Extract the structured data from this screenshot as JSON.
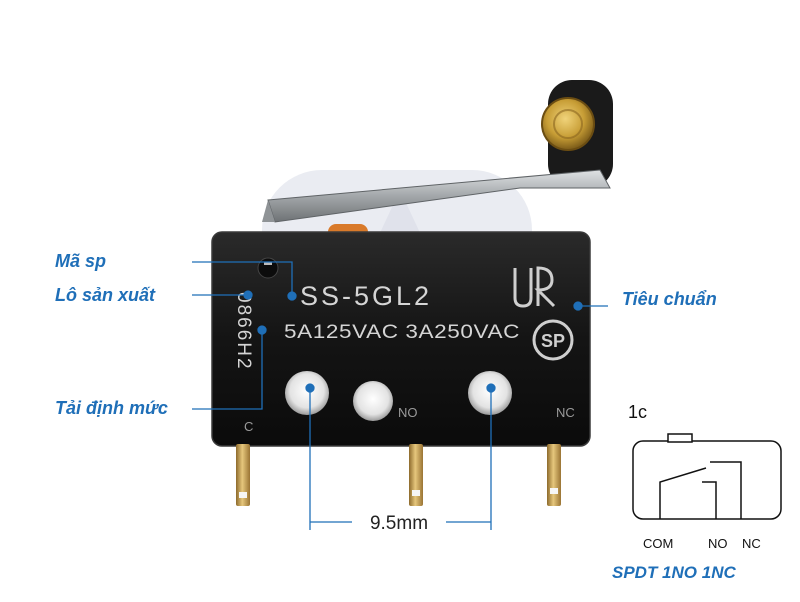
{
  "callouts": {
    "product_code": "Mã sp",
    "batch": "Lô sản xuất",
    "rating": "Tải định mức",
    "standard": "Tiêu chuẩn"
  },
  "switch": {
    "model": "SS-5GL2",
    "rating_text": "5A125VAC 3A250VAC",
    "batch_code": "0866H2",
    "terminal_labels": [
      "C",
      "NO",
      "NC"
    ],
    "cert_mark_1": "UR",
    "cert_mark_2": "SP"
  },
  "dimension": {
    "pin_spacing": "9.5mm"
  },
  "schematic": {
    "title": "1c",
    "terminals": [
      "COM",
      "NO",
      "NC"
    ],
    "type": "SPDT 1NO 1NC"
  },
  "colors": {
    "accent": "#1f6fb8",
    "switch_body": "#151515",
    "lever": "#a9adb0",
    "roller": "#c9a23a",
    "pins": "#c8a255",
    "watermark": "#d7dbe6"
  }
}
